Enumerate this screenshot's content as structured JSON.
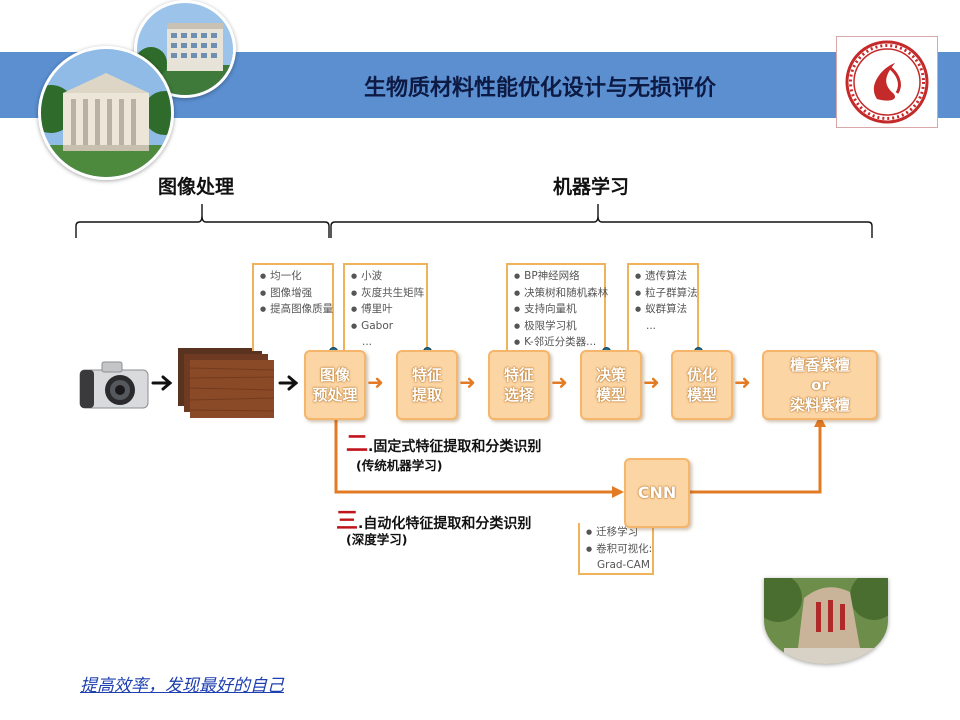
{
  "header": {
    "title": "生物质材料性能优化设计与无损评价"
  },
  "sections": {
    "left": "图像处理",
    "right": "机器学习"
  },
  "pipeline": {
    "boxes": [
      "图像\n预处理",
      "特征\n提取",
      "特征\n选择",
      "决策\n模型",
      "优化\n模型",
      "檀香紫檀\nor\n染料紫檀"
    ],
    "cnn": "CNN"
  },
  "notes": {
    "preprocess": [
      "均一化",
      "图像增强",
      "提高图像质量"
    ],
    "feature": [
      "小波",
      "灰度共生矩阵",
      "傅里叶",
      "Gabor",
      "..."
    ],
    "decision": [
      "BP神经网络",
      "决策树和随机森林",
      "支持向量机",
      "极限学习机",
      "K-邻近分类器..."
    ],
    "optimize": [
      "遗传算法",
      "粒子群算法",
      "蚁群算法",
      "..."
    ],
    "cnn": [
      "迁移学习",
      "卷积可视化:",
      "Grad-CAM"
    ]
  },
  "paths": {
    "two": {
      "num": "二",
      "label": ".固定式特征提取和分类识别",
      "sub": "(传统机器学习)"
    },
    "three": {
      "num": "三",
      "label": ".自动化特征提取和分类识别",
      "sub": "(深度学习)"
    }
  },
  "footer": {
    "slogan": "提高效率，发现最好的自己"
  },
  "colors": {
    "banner": "#5b8fd0",
    "box": "#fcd5a4",
    "arrow": "#e37b24",
    "accent_red": "#c0141c"
  },
  "icons": [
    "camera-icon",
    "wood-sample-image",
    "university-logo"
  ]
}
